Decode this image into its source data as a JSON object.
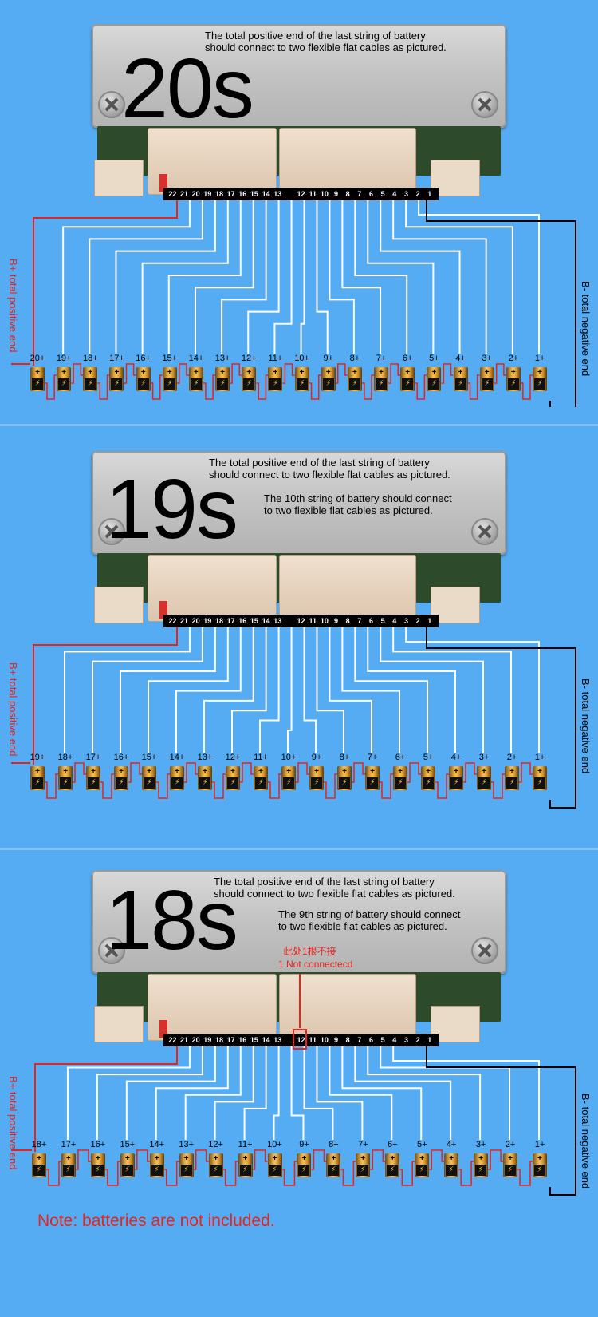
{
  "pin_labels": [
    "22",
    "21",
    "20",
    "19",
    "18",
    "17",
    "16",
    "15",
    "14",
    "13",
    "",
    "12",
    "11",
    "10",
    "9",
    "8",
    "7",
    "6",
    "5",
    "4",
    "3",
    "2",
    "1"
  ],
  "left_side_label": "B+ total positive end",
  "right_side_label": "B- total negative end",
  "panels": [
    {
      "title": "20s",
      "note1": "The total positive end of the last string of battery\nshould connect to two flexible flat cables as pictured.",
      "note2": "",
      "cells": [
        "20+",
        "19+",
        "18+",
        "17+",
        "16+",
        "15+",
        "14+",
        "13+",
        "12+",
        "11+",
        "10+",
        "9+",
        "8+",
        "7+",
        "6+",
        "5+",
        "4+",
        "3+",
        "2+",
        "1+"
      ]
    },
    {
      "title": "19s",
      "note1": "The total positive end of the last string of battery\nshould connect to two flexible flat cables as pictured.",
      "note2": "The 10th string of battery should connect\nto two flexible flat cables as pictured.",
      "cells": [
        "19+",
        "18+",
        "17+",
        "16+",
        "15+",
        "14+",
        "13+",
        "12+",
        "11+",
        "10+",
        "9+",
        "8+",
        "7+",
        "6+",
        "5+",
        "4+",
        "3+",
        "2+",
        "1+"
      ]
    },
    {
      "title": "18s",
      "note1": "The total positive end of the last string of battery\nshould connect to two flexible flat cables as pictured.",
      "note2": "The 9th string of battery should connect\nto two flexible flat cables as pictured.",
      "red_cn": "此处1根不接",
      "red_en": "1 Not connectecd",
      "cells": [
        "18+",
        "17+",
        "16+",
        "15+",
        "14+",
        "13+",
        "12+",
        "11+",
        "10+",
        "9+",
        "8+",
        "7+",
        "6+",
        "5+",
        "4+",
        "3+",
        "2+",
        "1+"
      ]
    }
  ],
  "footer_note": "Note: batteries are not included."
}
